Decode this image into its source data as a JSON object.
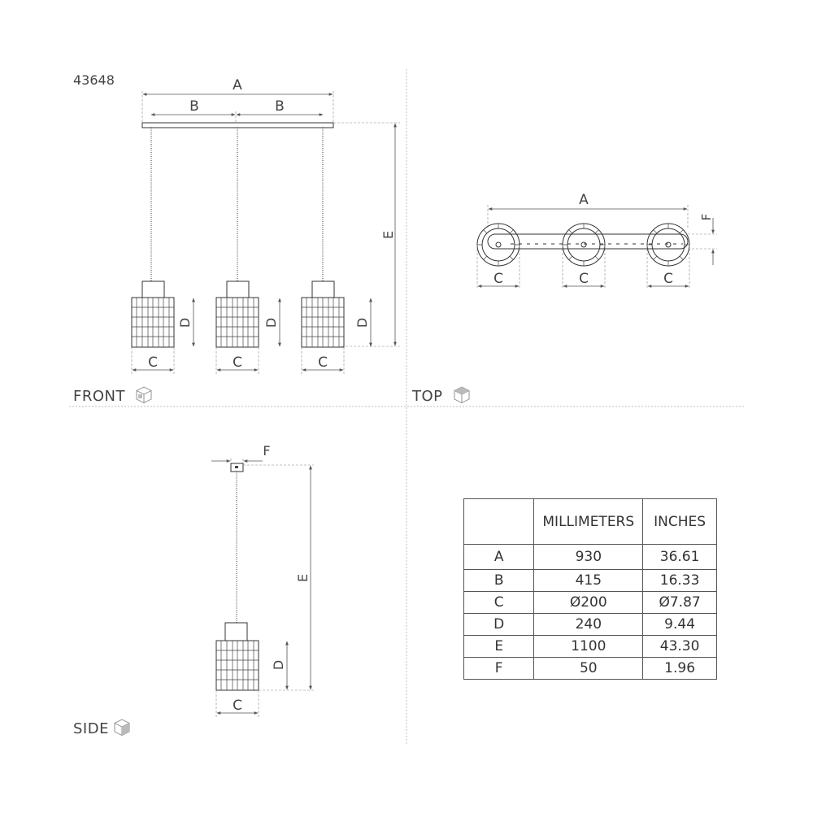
{
  "product_code": "43648",
  "views": {
    "front": "FRONT",
    "top": "TOP",
    "side": "SIDE"
  },
  "dim_letters": {
    "A": "A",
    "B": "B",
    "C": "C",
    "D": "D",
    "E": "E",
    "F": "F"
  },
  "icons": {
    "front": "cube-front-icon",
    "top": "cube-top-icon",
    "side": "cube-side-icon"
  },
  "table": {
    "headers": [
      "",
      "MILLIMETERS",
      "INCHES"
    ],
    "rows": [
      {
        "key": "A",
        "mm": "930",
        "in": "36.61"
      },
      {
        "key": "B",
        "mm": "415",
        "in": "16.33"
      },
      {
        "key": "C",
        "mm": "Ø200",
        "in": "Ø7.87"
      },
      {
        "key": "D",
        "mm": "240",
        "in": "9.44"
      },
      {
        "key": "E",
        "mm": "1100",
        "in": "43.30"
      },
      {
        "key": "F",
        "mm": "50",
        "in": "1.96"
      }
    ]
  }
}
